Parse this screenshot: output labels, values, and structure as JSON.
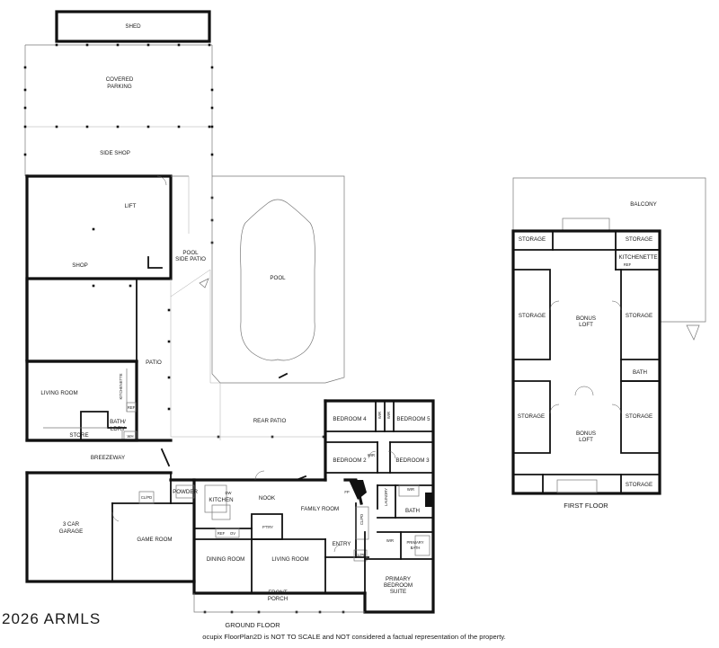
{
  "labels": {
    "shed": "SHED",
    "covered_parking_1": "COVERED",
    "covered_parking_2": "PARKING",
    "side_shop": "SIDE SHOP",
    "lift": "LIFT",
    "shop": "SHOP",
    "pool_side_patio_1": "POOL",
    "pool_side_patio_2": "SIDE PATIO",
    "pool": "POOL",
    "patio": "PATIO",
    "living_room_west": "LIVING ROOM",
    "kitchenette_west": "KITCHENETTE",
    "ref_west": "REF",
    "bath_ldry_1": "BATH/",
    "bath_ldry_2": "LDRY",
    "store": "STORE",
    "wh": "WH",
    "rear_patio": "REAR PATIO",
    "bedroom_4": "BEDROOM 4",
    "wir_bed4": "WIR",
    "wir_bed5": "WIR",
    "bedroom_5": "BEDROOM 5",
    "bedroom_2": "BEDROOM 2",
    "wir_bed2": "WIR",
    "bedroom_3": "BEDROOM 3",
    "breezeway": "BREEZEWAY",
    "garage_1": "3 CAR",
    "garage_2": "GARAGE",
    "clo_gameroom": "CL/PD",
    "game_room": "GAME ROOM",
    "powder": "POWDER",
    "dw": "DW",
    "kitchen": "KITCHEN",
    "nook": "NOOK",
    "family_room": "FAMILY ROOM",
    "fp": "FP",
    "clo_hall": "CL/PD",
    "laundry": "LAUNDRY",
    "wir_hall": "WIR",
    "bath_hall": "BATH",
    "ptry": "P'TRY",
    "ref_kitchen": "REF",
    "oven": "OV",
    "dining_room": "DINING ROOM",
    "living_room": "LIVING ROOM",
    "entry": "ENTRY",
    "clo_entry": "CL/PD",
    "wir_primary": "WIR",
    "primary_bath_1": "PRIMARY",
    "primary_bath_2": "BATH",
    "primary_suite_1": "PRIMARY",
    "primary_suite_2": "BEDROOM",
    "primary_suite_3": "SUITE",
    "front_porch_1": "FRONT",
    "front_porch_2": "PORCH",
    "balcony": "BALCONY",
    "storage_top_left": "STORAGE",
    "storage_top_right": "STORAGE",
    "kitchenette_upper": "KITCHENETTE",
    "ref_upper": "REF",
    "storage_mid_left": "STORAGE",
    "bonus_loft_1a": "BONUS",
    "bonus_loft_1b": "LOFT",
    "storage_mid_right": "STORAGE",
    "bath_upper": "BATH",
    "storage_low_left": "STORAGE",
    "bonus_loft_2a": "BONUS",
    "bonus_loft_2b": "LOFT",
    "storage_low_right": "STORAGE",
    "storage_bottom_right": "STORAGE"
  },
  "floors": {
    "ground": "GROUND FLOOR",
    "first": "FIRST FLOOR"
  },
  "watermark": "2026 ARMLS",
  "disclaimer": "ocupix FloorPlan2D is NOT TO SCALE and NOT considered a factual representation of the property."
}
